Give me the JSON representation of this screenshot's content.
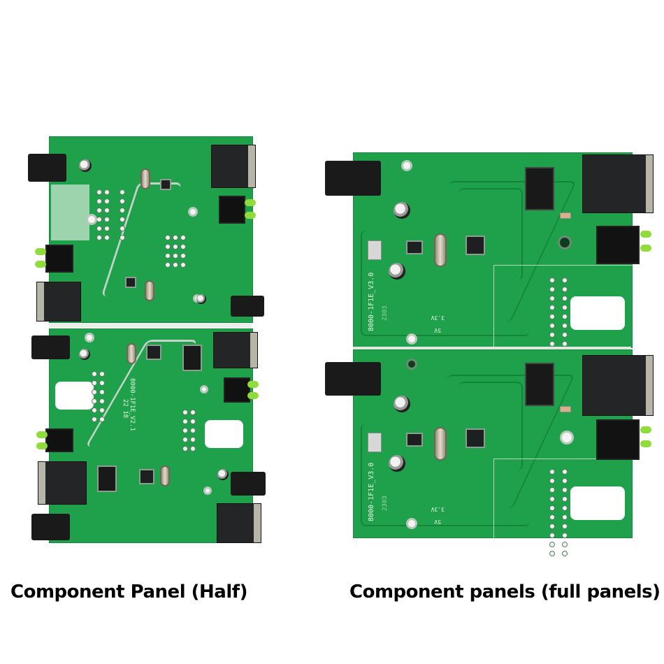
{
  "captions": {
    "left": "Component Panel (Half)",
    "right": "Component panels (full panels)"
  },
  "boards": {
    "left_panel": {
      "silkscreen_label": "8000-1F1E_V2.1",
      "date_code": "22 18"
    },
    "right_panel": {
      "silkscreen_label": "8000-1F1E_V3.0",
      "date_code": "2303",
      "voltage_labels": [
        "3.3V",
        "5V"
      ]
    }
  },
  "colors": {
    "pcb_green": "#1ea14a",
    "silkscreen": "#e8f3e6",
    "background": "#ffffff",
    "led_green": "#8fdc3a"
  }
}
